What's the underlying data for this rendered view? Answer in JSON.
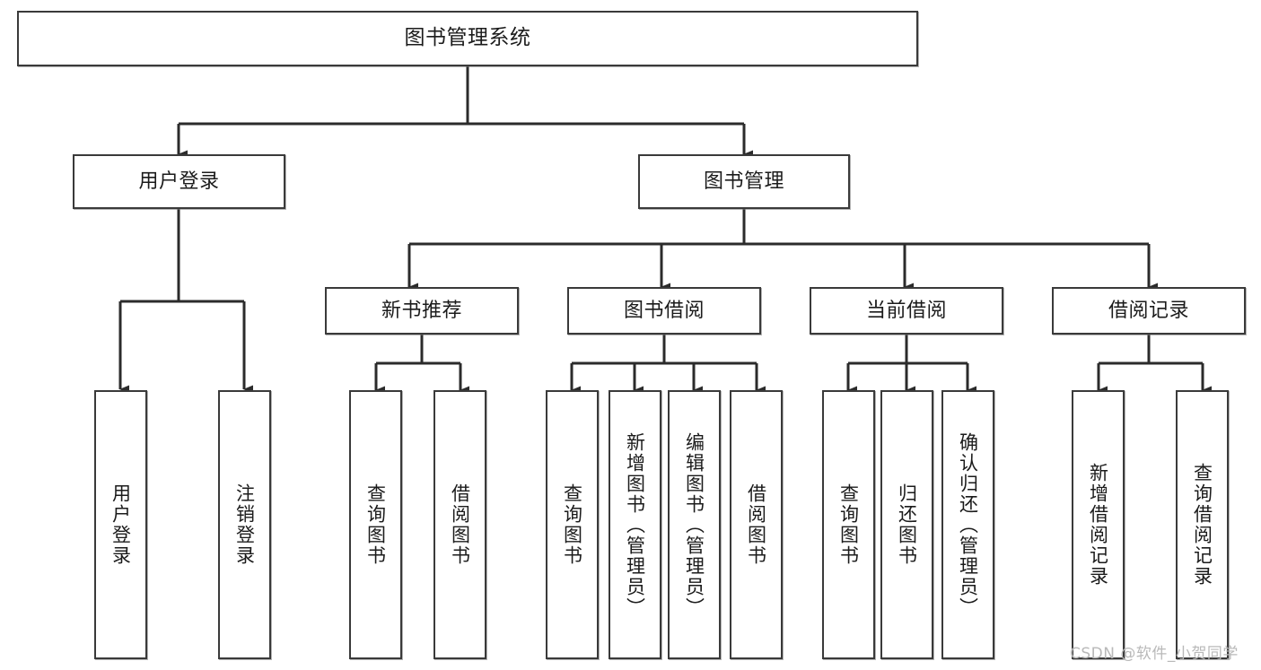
{
  "diagram": {
    "type": "tree",
    "title": "图书管理系统",
    "watermark": "CSDN @软件_小贺同学",
    "colors": {
      "box_stroke": "#3a3a3a",
      "box_fill": "#ffffff",
      "line": "#2b2b2b",
      "text": "#1b1b1b",
      "watermark": "#b9b9b9"
    },
    "nodes": {
      "root": {
        "label": "图书管理系统"
      },
      "level2": [
        {
          "label": "用户登录"
        },
        {
          "label": "图书管理"
        }
      ],
      "level3": [
        {
          "label": "新书推荐"
        },
        {
          "label": "图书借阅"
        },
        {
          "label": "当前借阅"
        },
        {
          "label": "借阅记录"
        }
      ],
      "leaves_user_login": [
        {
          "label": "用户登录"
        },
        {
          "label": "注销登录"
        }
      ],
      "leaves_new_book": [
        {
          "label": "查询图书"
        },
        {
          "label": "借阅图书"
        }
      ],
      "leaves_borrow": [
        {
          "label": "查询图书"
        },
        {
          "label": "新增图书（管理员）"
        },
        {
          "label": "编辑图书（管理员）"
        },
        {
          "label": "借阅图书"
        }
      ],
      "leaves_current": [
        {
          "label": "查询图书"
        },
        {
          "label": "归还图书"
        },
        {
          "label": "确认归还（管理员）"
        }
      ],
      "leaves_records": [
        {
          "label": "新增借阅记录"
        },
        {
          "label": "查询借阅记录"
        }
      ]
    },
    "edges": [
      {
        "from": "图书管理系统",
        "to": "用户登录"
      },
      {
        "from": "图书管理系统",
        "to": "图书管理"
      },
      {
        "from": "用户登录",
        "to": "用户登录"
      },
      {
        "from": "用户登录",
        "to": "注销登录"
      },
      {
        "from": "图书管理",
        "to": "新书推荐"
      },
      {
        "from": "图书管理",
        "to": "图书借阅"
      },
      {
        "from": "图书管理",
        "to": "当前借阅"
      },
      {
        "from": "图书管理",
        "to": "借阅记录"
      },
      {
        "from": "新书推荐",
        "to": "查询图书"
      },
      {
        "from": "新书推荐",
        "to": "借阅图书"
      },
      {
        "from": "图书借阅",
        "to": "查询图书"
      },
      {
        "from": "图书借阅",
        "to": "新增图书（管理员）"
      },
      {
        "from": "图书借阅",
        "to": "编辑图书（管理员）"
      },
      {
        "from": "图书借阅",
        "to": "借阅图书"
      },
      {
        "from": "当前借阅",
        "to": "查询图书"
      },
      {
        "from": "当前借阅",
        "to": "归还图书"
      },
      {
        "from": "当前借阅",
        "to": "确认归还（管理员）"
      },
      {
        "from": "借阅记录",
        "to": "新增借阅记录"
      },
      {
        "from": "借阅记录",
        "to": "查询借阅记录"
      }
    ]
  }
}
